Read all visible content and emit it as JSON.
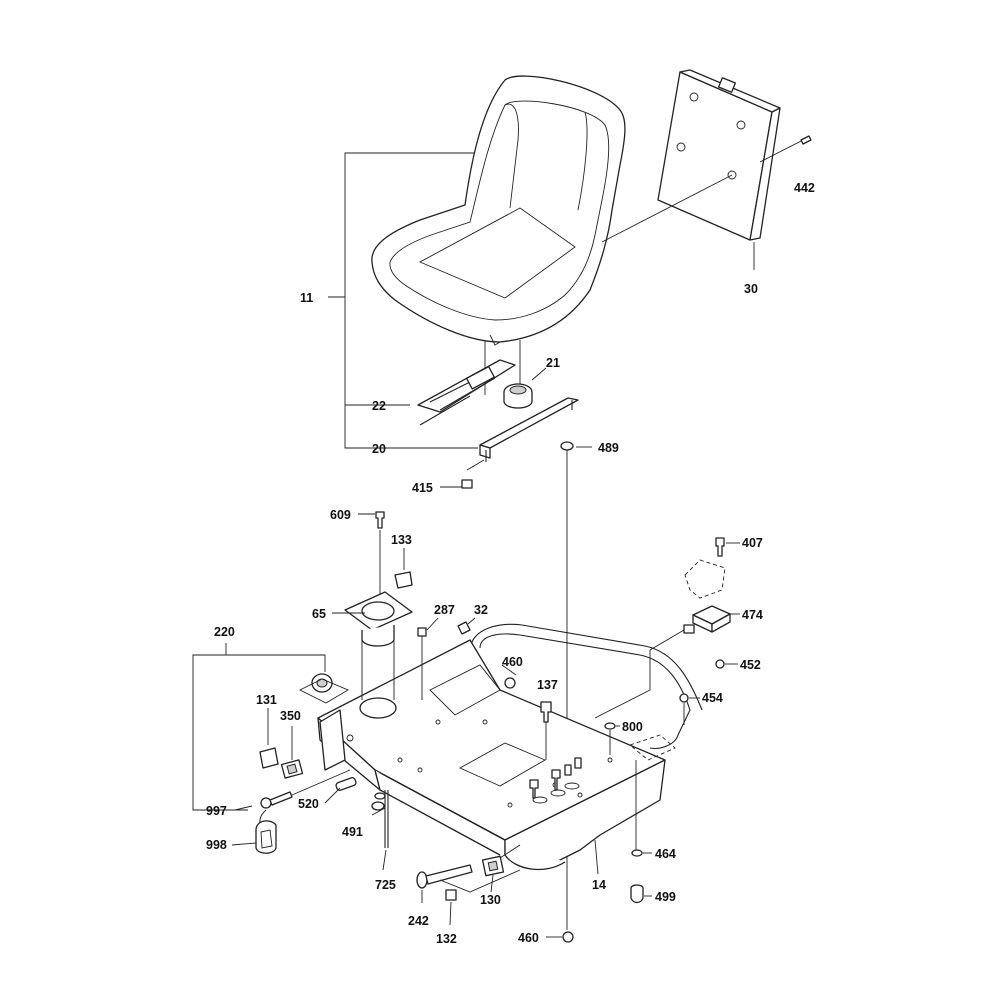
{
  "labels": {
    "l11": "11",
    "l22": "22",
    "l20": "20",
    "l21": "21",
    "l30": "30",
    "l442": "442",
    "l489": "489",
    "l415": "415",
    "l609": "609",
    "l133": "133",
    "l65": "65",
    "l287": "287",
    "l32": "32",
    "l220": "220",
    "l460a": "460",
    "l131": "131",
    "l350": "350",
    "l137": "137",
    "l407": "407",
    "l474": "474",
    "l452": "452",
    "l454": "454",
    "l800": "800",
    "l997": "997",
    "l520": "520",
    "l491": "491",
    "l998": "998",
    "l725": "725",
    "l242": "242",
    "l130": "130",
    "l132": "132",
    "l14": "14",
    "l464": "464",
    "l499": "499",
    "l460b": "460"
  }
}
